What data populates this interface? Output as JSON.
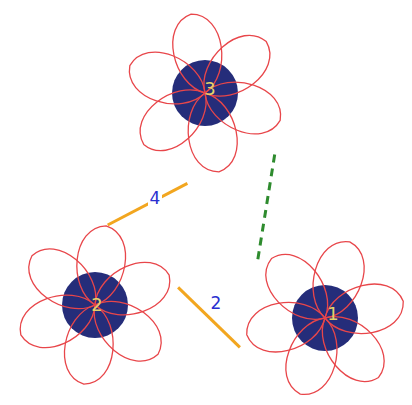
{
  "diagram": {
    "nodes": [
      {
        "text": [
          "3"
        ]
      },
      {
        "text": [
          "2"
        ]
      },
      {
        "text": [
          "1"
        ]
      }
    ],
    "edges": [
      {
        "from": 0,
        "to": 1,
        "arrow": "none",
        "label": "4"
      },
      {
        "from": 1,
        "to": 2,
        "arrow": "none",
        "label": "2"
      },
      {
        "from": 0,
        "to": 2,
        "arrow": "none"
      }
    ]
  }
}
